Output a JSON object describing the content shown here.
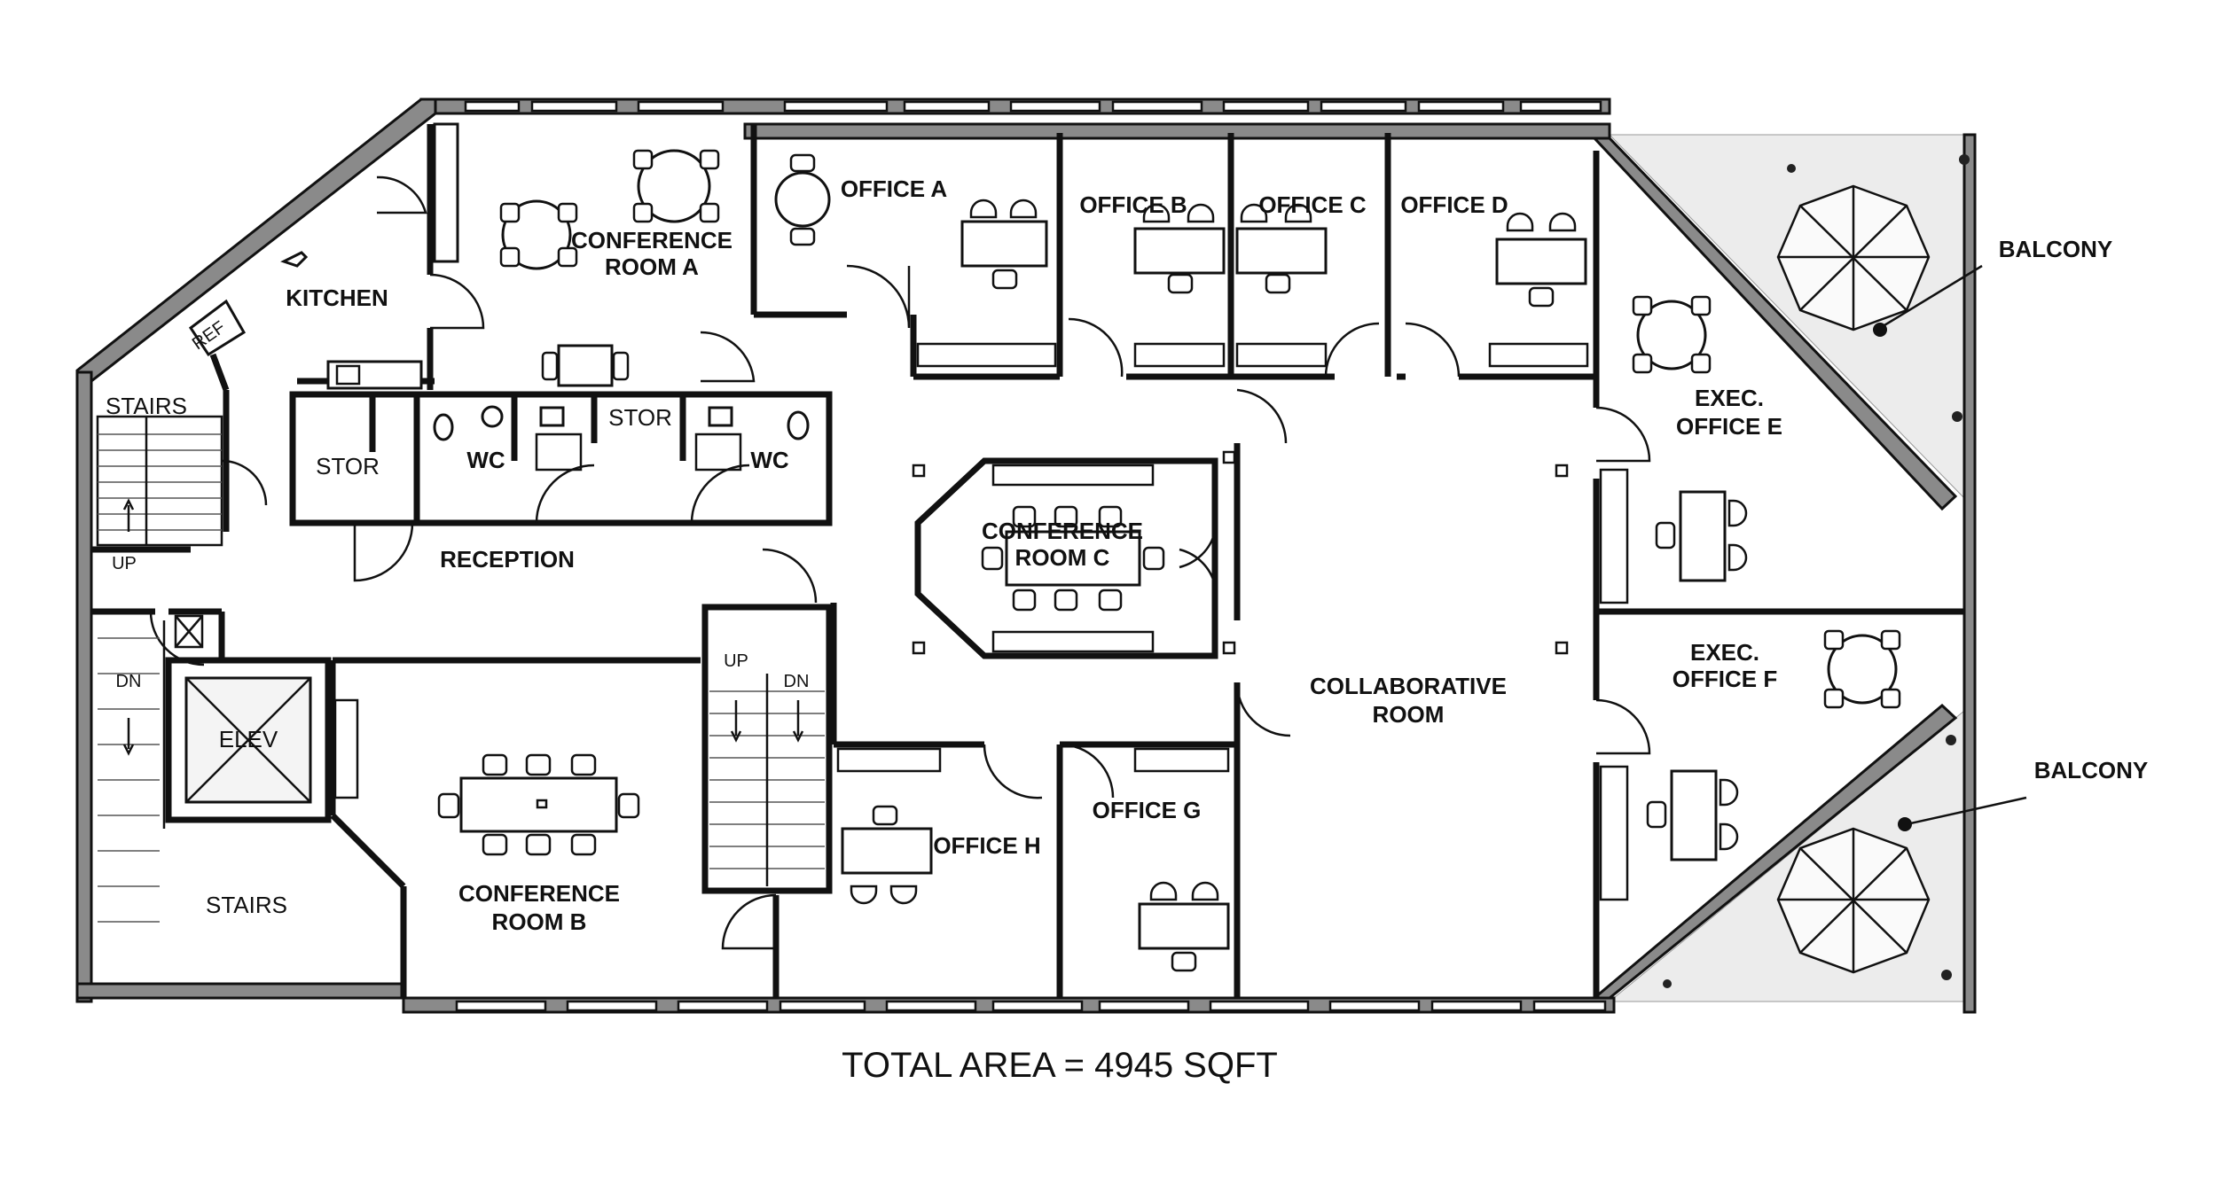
{
  "floorplan": {
    "rooms": {
      "conference_a": "CONFERENCE\nROOM A",
      "conference_a_line1": "CONFERENCE",
      "conference_a_line2": "ROOM A",
      "kitchen": "KITCHEN",
      "ref": "REF",
      "office_a": "OFFICE A",
      "office_b": "OFFICE B",
      "office_c": "OFFICE C",
      "office_d": "OFFICE D",
      "exec_e_line1": "EXEC.",
      "exec_e_line2": "OFFICE E",
      "exec_f_line1": "EXEC.",
      "exec_f_line2": "OFFICE F",
      "stairs_top": "STAIRS",
      "stairs_bottom": "STAIRS",
      "stor_left": "STOR",
      "stor_mid": "STOR",
      "wc_left": "WC",
      "wc_right": "WC",
      "reception": "RECEPTION",
      "conference_c_line1": "CONFERENCE",
      "conference_c_line2": "ROOM C",
      "collab_line1": "COLLABORATIVE",
      "collab_line2": "ROOM",
      "elev": "ELEV",
      "conference_b_line1": "CONFERENCE",
      "conference_b_line2": "ROOM B",
      "office_h": "OFFICE H",
      "office_g": "OFFICE G",
      "balcony_top": "BALCONY",
      "balcony_bottom": "BALCONY",
      "up_left": "UP",
      "dn_left": "DN",
      "up_mid": "UP",
      "dn_mid": "DN"
    },
    "total_area": "TOTAL AREA =  4945 SQFT"
  }
}
